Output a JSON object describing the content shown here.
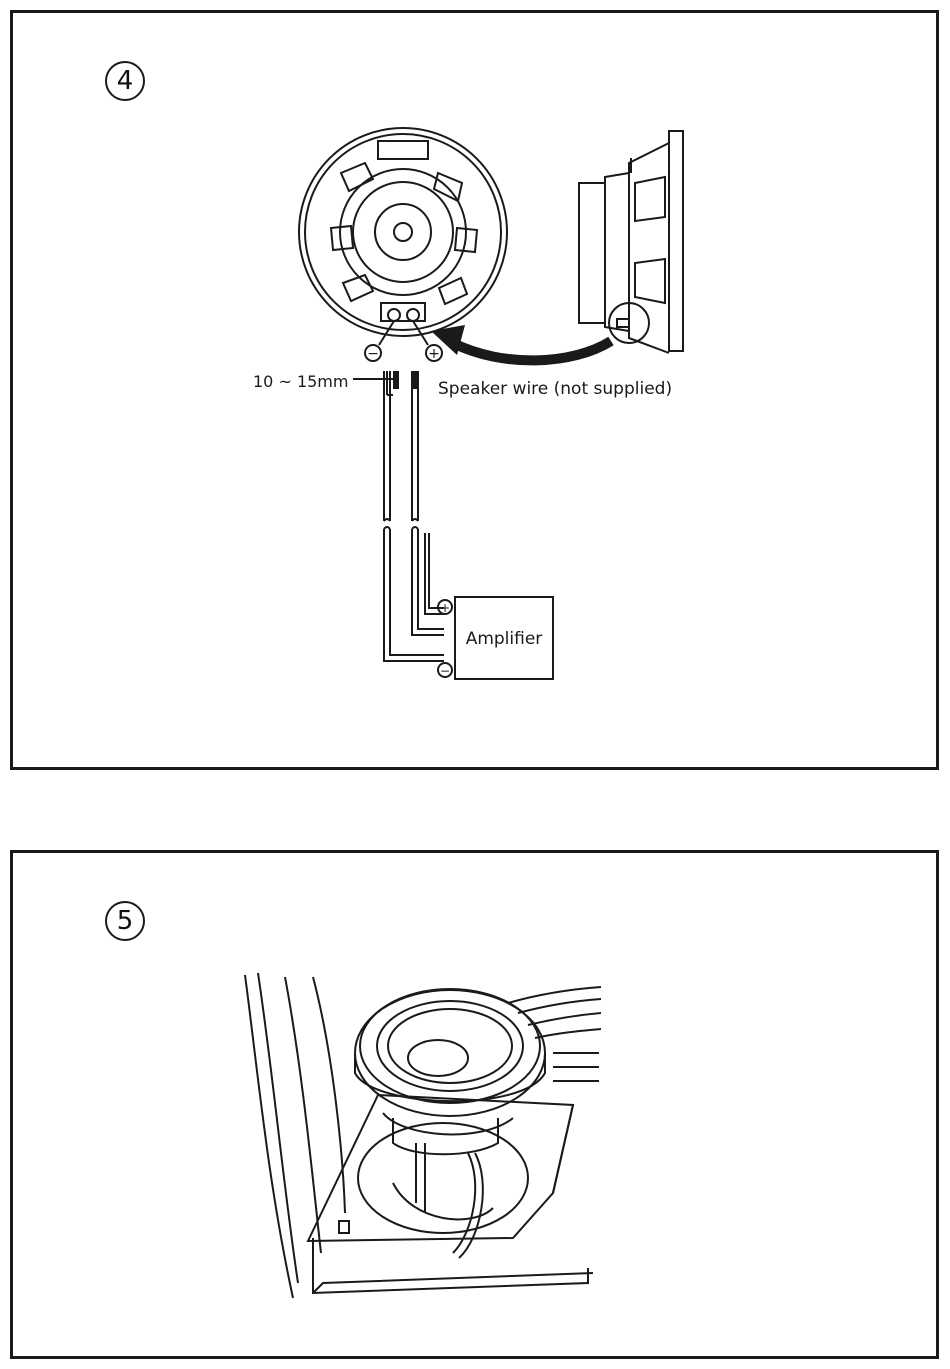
{
  "steps": {
    "step4": {
      "number": "4"
    },
    "step5": {
      "number": "5"
    }
  },
  "labels": {
    "strip_length": "10 ~ 15mm",
    "speaker_wire": "Speaker wire (not supplied)",
    "amplifier": "Amplifier",
    "minus": "−",
    "plus": "+"
  }
}
